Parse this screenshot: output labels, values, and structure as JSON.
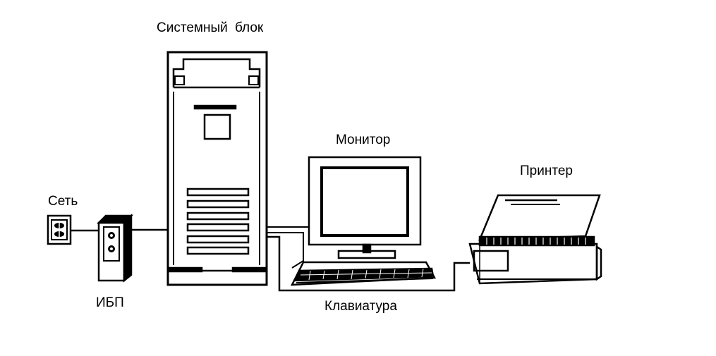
{
  "labels": {
    "system_unit": "Системный блок",
    "monitor": "Монитор",
    "printer": "Принтер",
    "network": "Сеть",
    "ups": "ИБП",
    "keyboard": "Клавиатура"
  },
  "colors": {
    "ink": "#000000",
    "paper": "#ffffff"
  }
}
